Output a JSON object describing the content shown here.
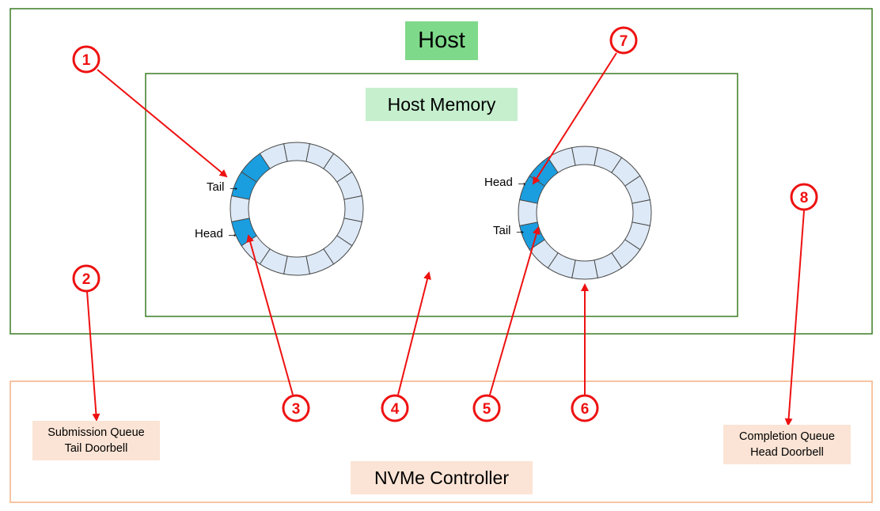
{
  "host": {
    "title": "Host"
  },
  "host_memory": {
    "title": "Host Memory"
  },
  "controller": {
    "title": "NVMe Controller"
  },
  "sq_doorbell": {
    "line1": "Submission Queue",
    "line2": "Tail Doorbell"
  },
  "cq_doorbell": {
    "line1": "Completion Queue",
    "line2": "Head Doorbell"
  },
  "sq_ring": {
    "tail_label": "Tail",
    "head_label": "Head",
    "slots": 16
  },
  "cq_ring": {
    "head_label": "Head",
    "tail_label": "Tail",
    "slots": 16
  },
  "markers": [
    "1",
    "2",
    "3",
    "4",
    "5",
    "6",
    "7",
    "8"
  ],
  "colors": {
    "host_border": "#3b7d23",
    "controller_border": "#f4b183",
    "host_title_bg": "#7fd98a",
    "memory_title_bg": "#c6efce",
    "controller_title_bg": "#fbe4d5",
    "slot_fill": "#dde9f6",
    "slot_active": "#1a9ee0",
    "marker_red": "#ee1111"
  }
}
